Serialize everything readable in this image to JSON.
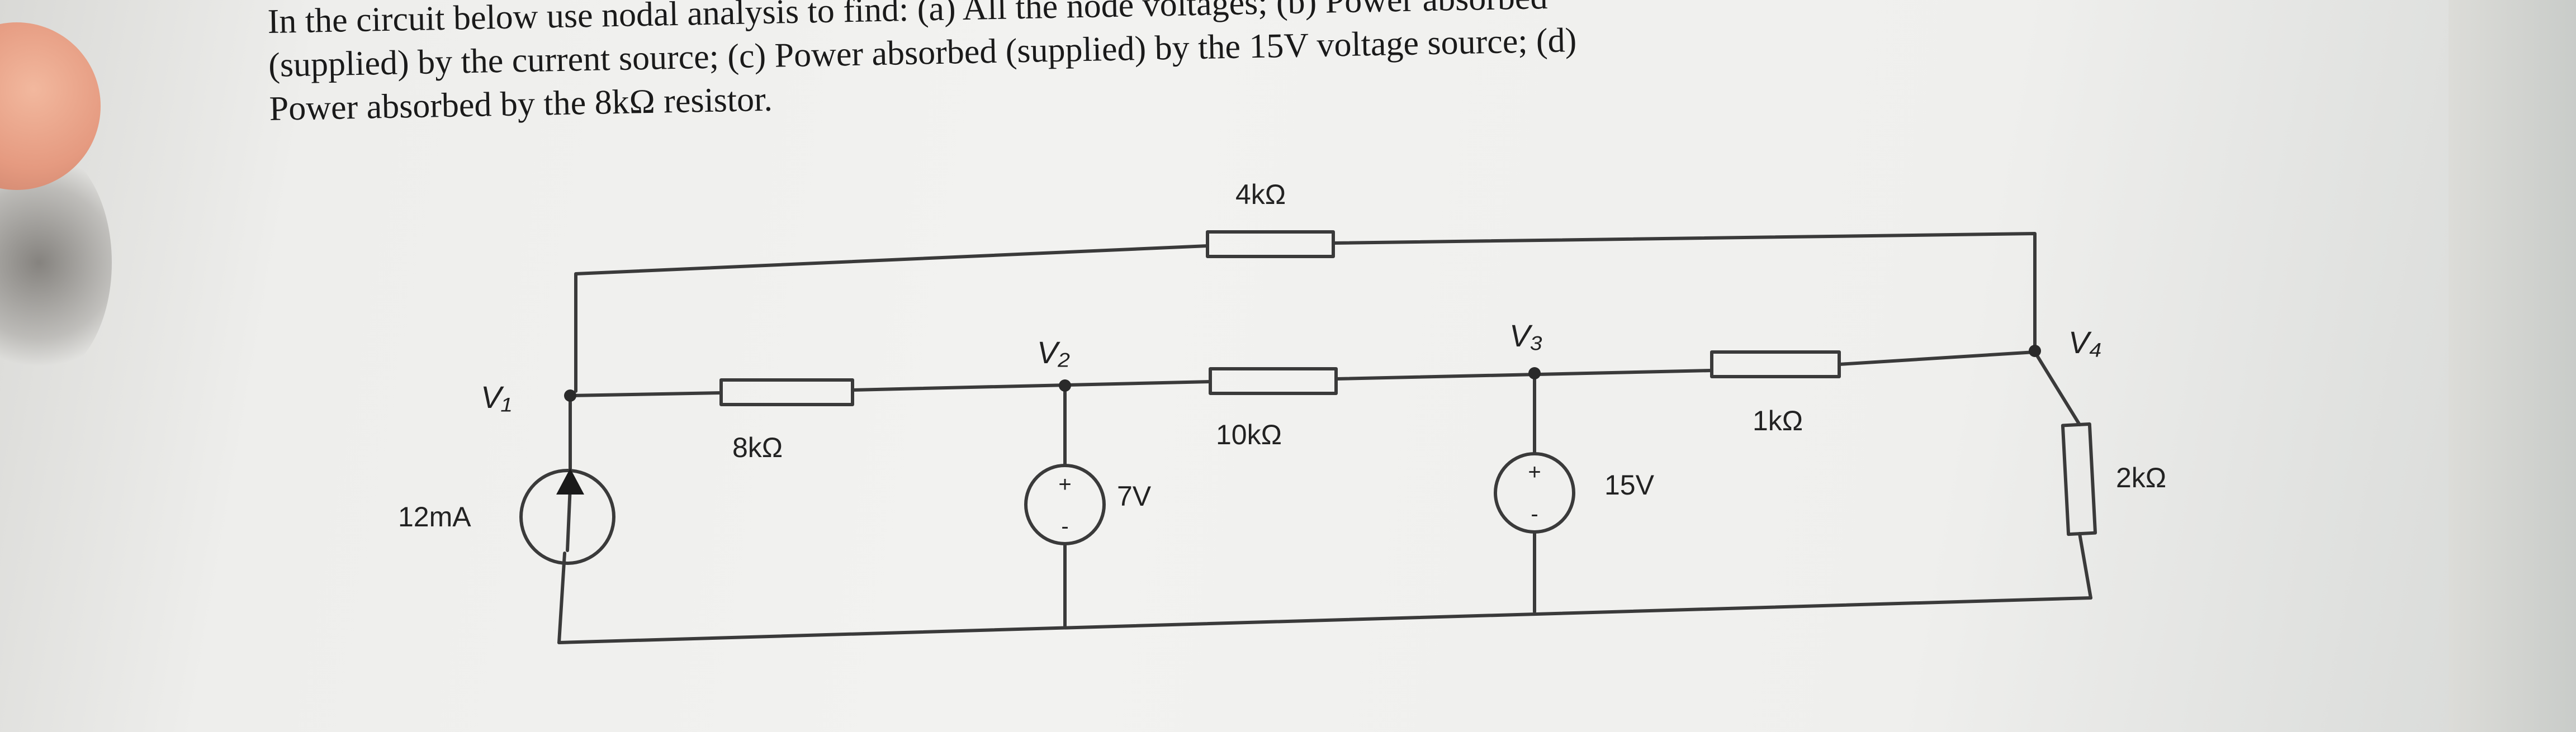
{
  "problem": {
    "lines": [
      "In the circuit below use nodal analysis to find: (a) All the node voltages; (b) Power absorbed",
      "(supplied) by the current source; (c) Power absorbed (supplied) by the 15V voltage source; (d)",
      "Power absorbed by the 8kΩ resistor."
    ]
  },
  "circuit": {
    "nodes": {
      "v1": "V₁",
      "v2": "V₂",
      "v3": "V₃",
      "v4": "V₄"
    },
    "resistors": {
      "top": "4kΩ",
      "r12": "8kΩ",
      "r23": "10kΩ",
      "r34": "1kΩ",
      "r4g": "2kΩ"
    },
    "sources": {
      "current": "12mA",
      "vs1": "7V",
      "vs2": "15V",
      "plus": "+",
      "minus": "-"
    }
  }
}
